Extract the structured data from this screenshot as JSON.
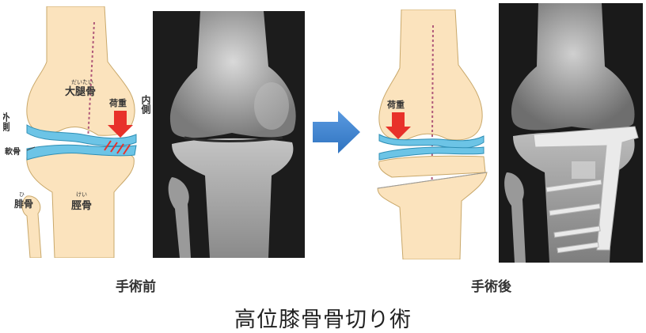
{
  "before": {
    "caption": "手術前",
    "labels": {
      "femur": "大腿骨",
      "femur_ruby": "だいたい",
      "lateral": "外側",
      "medial": "内側",
      "load": "荷重",
      "cartilage": "軟骨",
      "fibula": "腓骨",
      "fibula_ruby": "ひ",
      "tibia": "脛骨",
      "tibia_ruby": "けい"
    }
  },
  "after": {
    "caption": "手術後",
    "labels": {
      "load": "荷重"
    }
  },
  "title": "高位膝骨骨切り術",
  "colors": {
    "bone": "#fbe3bd",
    "cartilage": "#6cc4e6",
    "load_arrow": "#e8312a",
    "transition_arrow": "#2f73c0",
    "caption_text": "#333333"
  },
  "icons": {
    "transition": "arrow-right-icon"
  }
}
